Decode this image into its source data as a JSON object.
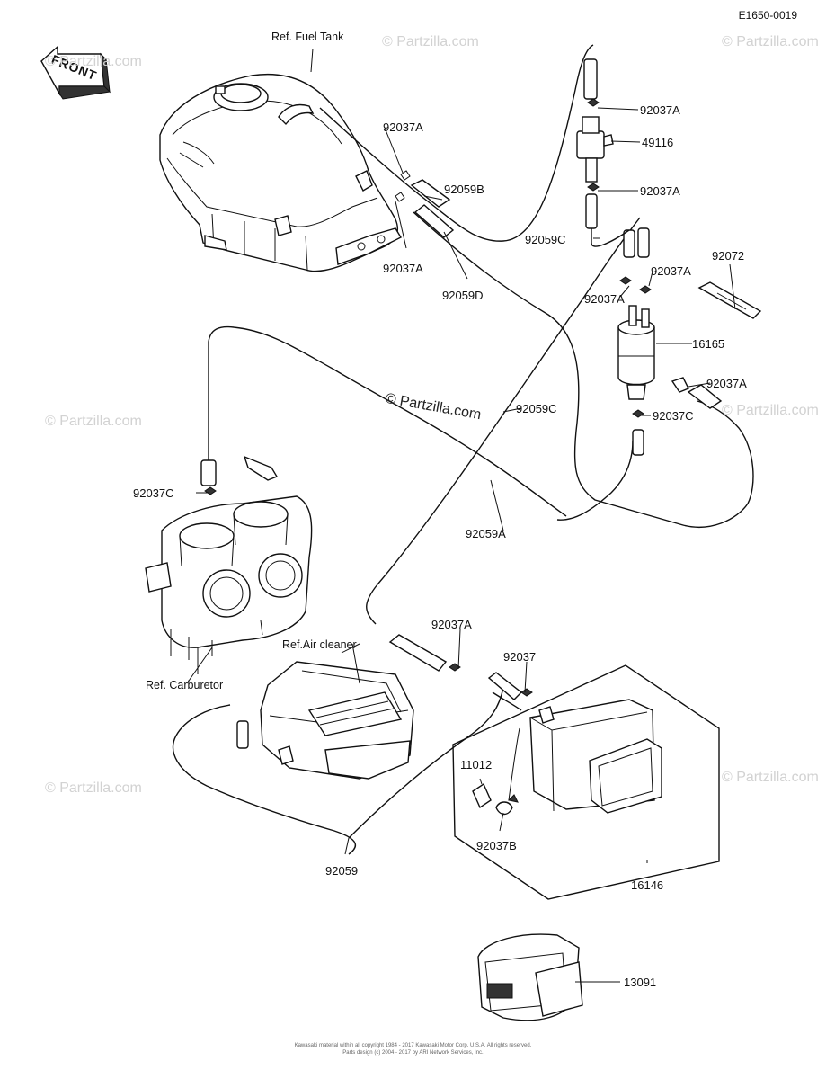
{
  "diagram_code": "E1650-0019",
  "front_label": "FRONT",
  "watermark_site": "© Partzilla.com",
  "labels": {
    "ref_fuel_tank": "Ref. Fuel Tank",
    "ref_carburetor": "Ref. Carburetor",
    "ref_air_cleaner": "Ref.Air cleaner",
    "p92037A_1": "92037A",
    "p92037A_2": "92037A",
    "p92037A_3": "92037A",
    "p92037A_4": "92037A",
    "p92037A_5": "92037A",
    "p92037A_6": "92037A",
    "p92037A_7": "92037A",
    "p92037A_8": "92037A",
    "p49116": "49116",
    "p92059B": "92059B",
    "p92059C_1": "92059C",
    "p92059C_2": "92059C",
    "p92059D": "92059D",
    "p92072": "92072",
    "p16165": "16165",
    "p92037C_1": "92037C",
    "p92037C_2": "92037C",
    "p92059A": "92059A",
    "p92037": "92037",
    "p11012": "11012",
    "p92037B": "92037B",
    "p92059": "92059",
    "p16146": "16146",
    "p13091": "13091"
  },
  "footer": {
    "line1": "Kawasaki material within all copyright 1984 - 2017 Kawasaki Motor Corp. U.S.A. All rights reserved.",
    "line2": "Parts design (c) 2004 - 2017 by ARI Network Services, Inc."
  }
}
